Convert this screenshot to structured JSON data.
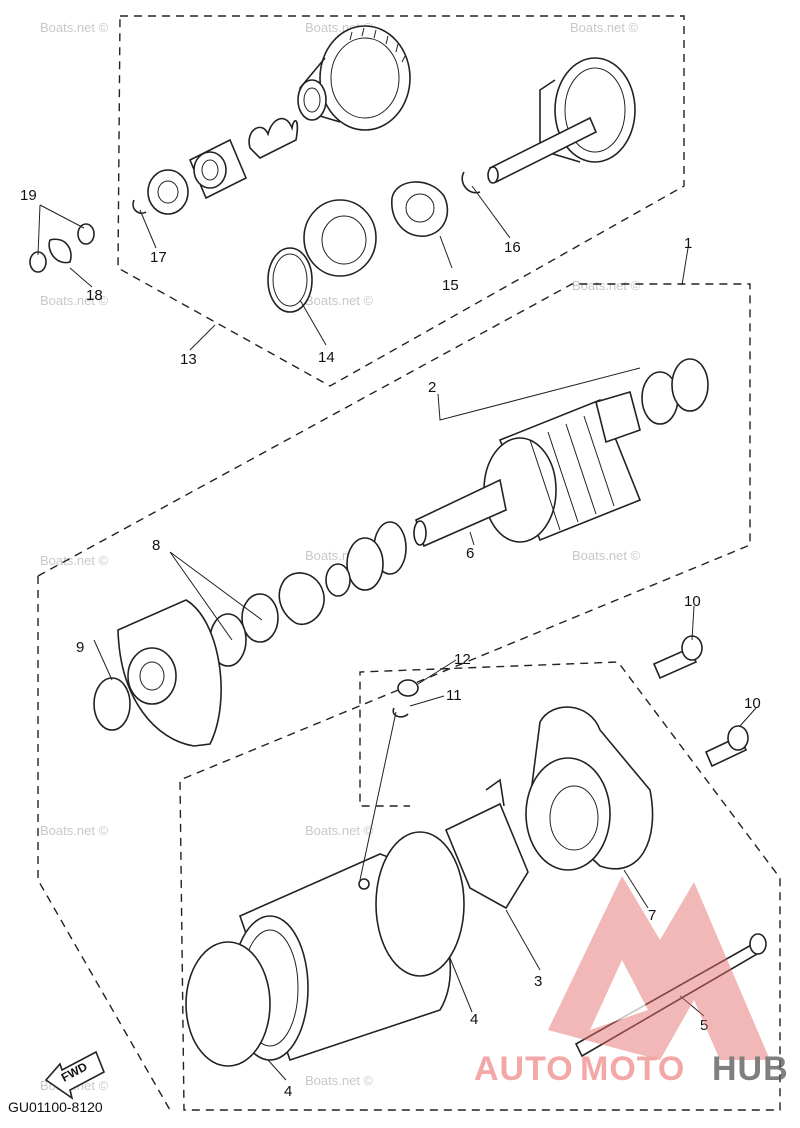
{
  "callouts": {
    "c1": "1",
    "c2": "2",
    "c3": "3",
    "c4a": "4",
    "c4b": "4",
    "c5": "5",
    "c6": "6",
    "c7": "7",
    "c8": "8",
    "c9": "9",
    "c10a": "10",
    "c10b": "10",
    "c11": "11",
    "c12": "12",
    "c13": "13",
    "c14": "14",
    "c15": "15",
    "c16": "16",
    "c17": "17",
    "c18": "18",
    "c19": "19"
  },
  "diagram_code": "GU01100-8120",
  "fwd_label": "FWD",
  "watermark": "Boats.net ©",
  "brand": {
    "auto": "AUTO",
    "moto": "MOTO",
    "hub": "HUB",
    "colors": {
      "accent": "#f08a8a",
      "dark": "#555555",
      "mark": "#e46a6a"
    }
  }
}
